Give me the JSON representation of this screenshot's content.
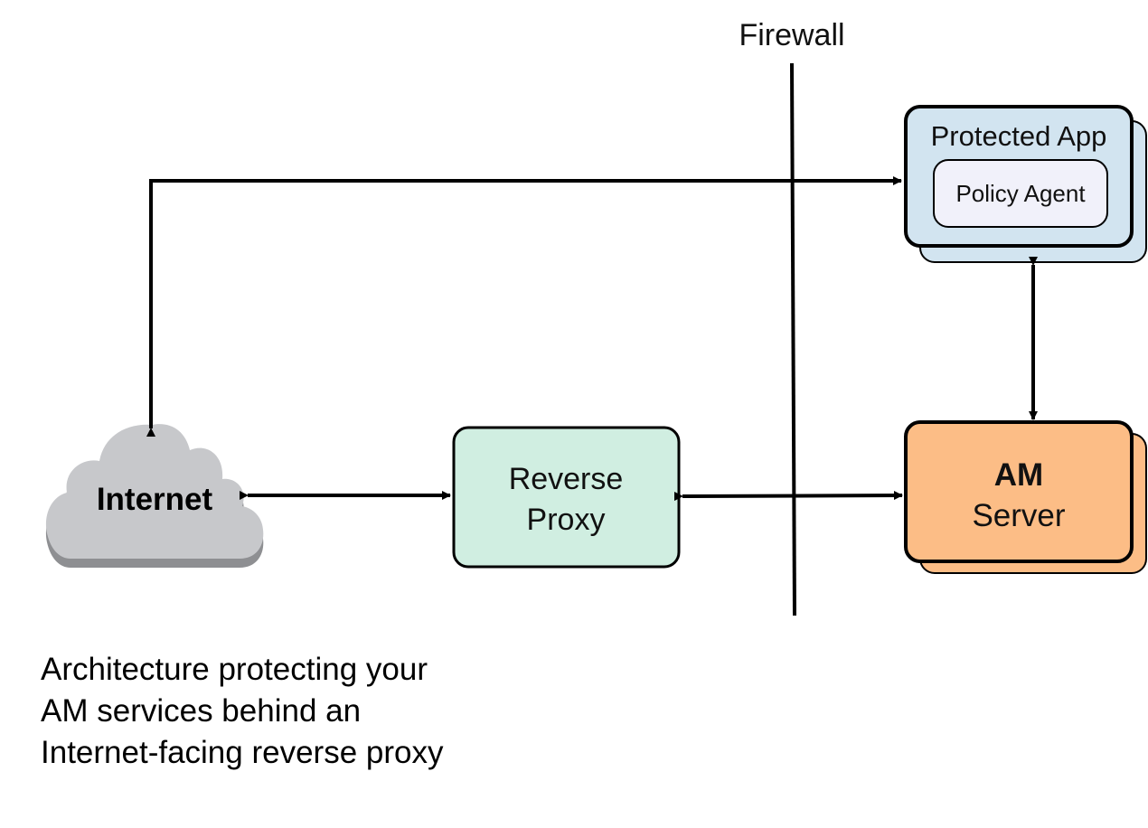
{
  "diagram": {
    "firewall_label": "Firewall",
    "internet_label": "Internet",
    "reverse_proxy": {
      "line1": "Reverse",
      "line2": "Proxy"
    },
    "protected_app": {
      "title": "Protected App",
      "agent_label": "Policy Agent"
    },
    "am_server": {
      "line1": "AM",
      "line2": "Server"
    }
  },
  "caption": {
    "lines": [
      "Architecture protecting your",
      "AM services behind an",
      "Internet-facing reverse proxy"
    ]
  },
  "colors": {
    "cloud_fill": "#c7c8cb",
    "cloud_shadow": "#8e8f92",
    "reverse_proxy_fill": "#d0eee1",
    "protected_app_fill": "#d2e4f0",
    "policy_agent_fill": "#f1f1fa",
    "am_server_fill": "#fcbd86",
    "stroke": "#000000"
  }
}
